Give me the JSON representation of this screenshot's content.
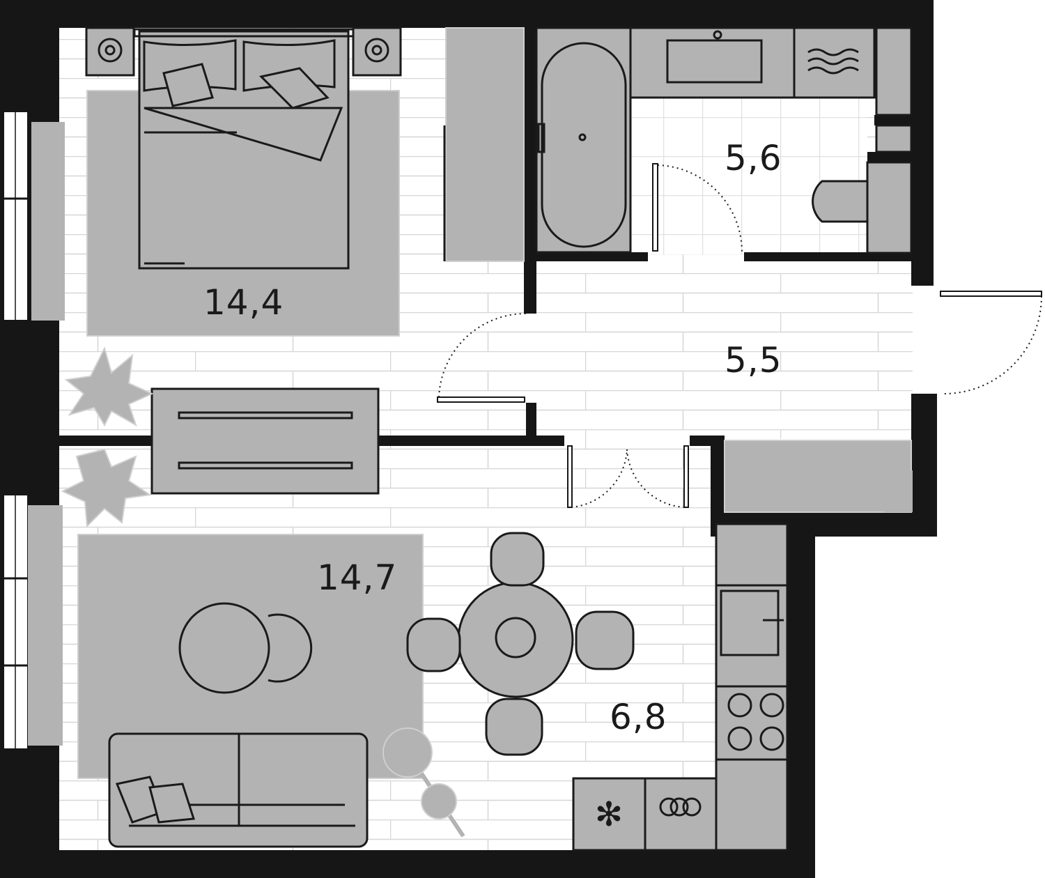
{
  "rooms": {
    "bedroom": {
      "area": "14,4"
    },
    "bathroom": {
      "area": "5,6"
    },
    "hallway": {
      "area": "5,5"
    },
    "living_room": {
      "area": "14,7"
    },
    "kitchen": {
      "area": "6,8"
    }
  },
  "colors": {
    "wall": "#161616",
    "furniture": "#b3b3b3",
    "floor_lines": "#d6d6d6"
  }
}
